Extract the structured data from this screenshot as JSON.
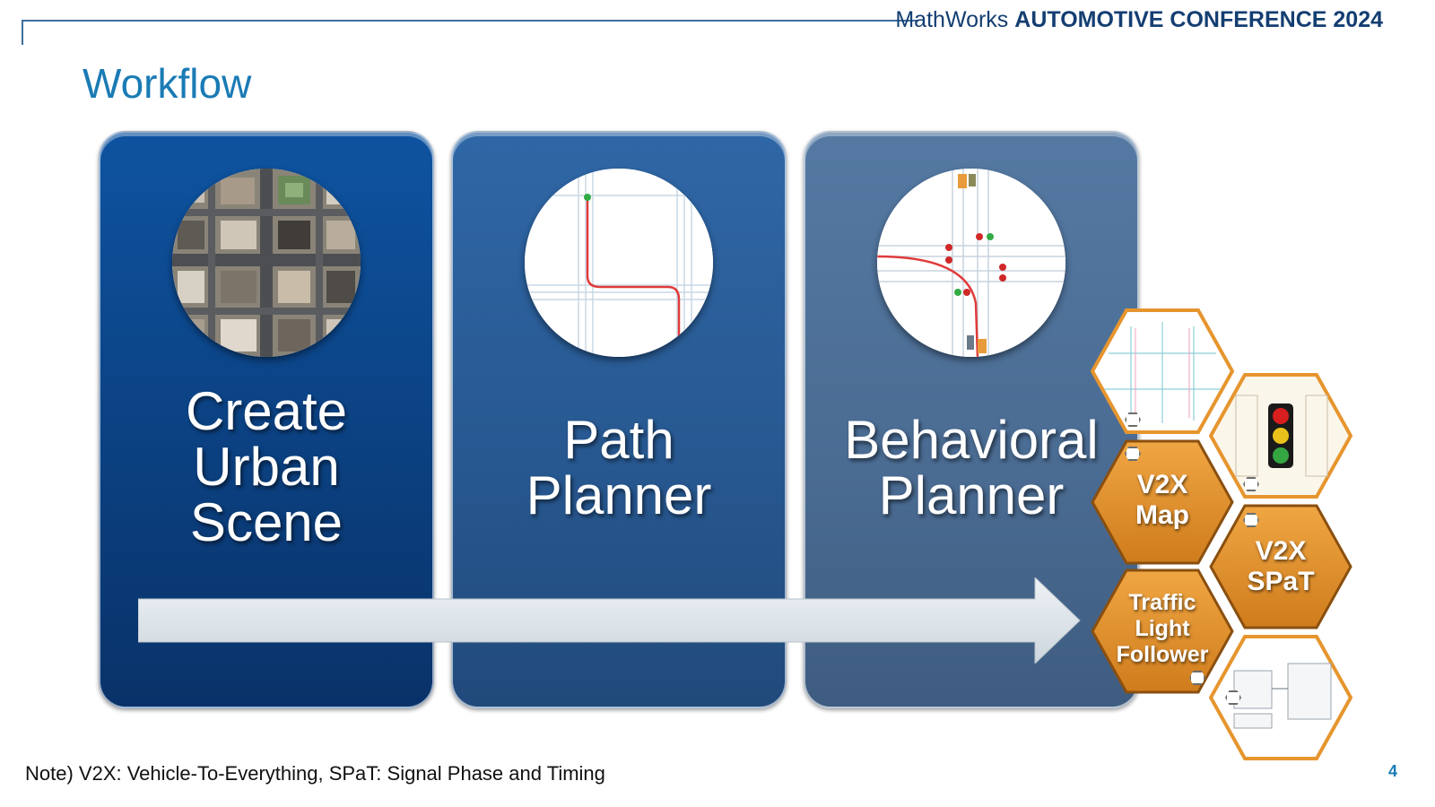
{
  "header": {
    "brand": "MathWorks",
    "event": "AUTOMOTIVE CONFERENCE 2024"
  },
  "title": "Workflow",
  "panels": [
    {
      "lines": [
        "Create",
        "Urban",
        "Scene"
      ],
      "image_icon": "city-aerial-icon"
    },
    {
      "lines": [
        "Path",
        "Planner"
      ],
      "image_icon": "path-route-icon"
    },
    {
      "lines": [
        "Behavioral",
        "Planner"
      ],
      "image_icon": "intersection-icon"
    }
  ],
  "hexagons": {
    "v2x_map": [
      "V2X",
      "Map"
    ],
    "v2x_spat": [
      "V2X",
      "SPaT"
    ],
    "traffic_light_follower": [
      "Traffic",
      "Light",
      "Follower"
    ]
  },
  "footer": {
    "note": "Note) V2X: Vehicle-To-Everything, SPaT: Signal Phase and Timing",
    "page": "4"
  },
  "colors": {
    "title_blue": "#1a7bb5",
    "panel_1": "#0e53a0",
    "panel_2": "#2f67a6",
    "panel_3": "#5479a2",
    "hex_orange": "#e6952e",
    "arrow_fill": "#dfe5ea"
  }
}
